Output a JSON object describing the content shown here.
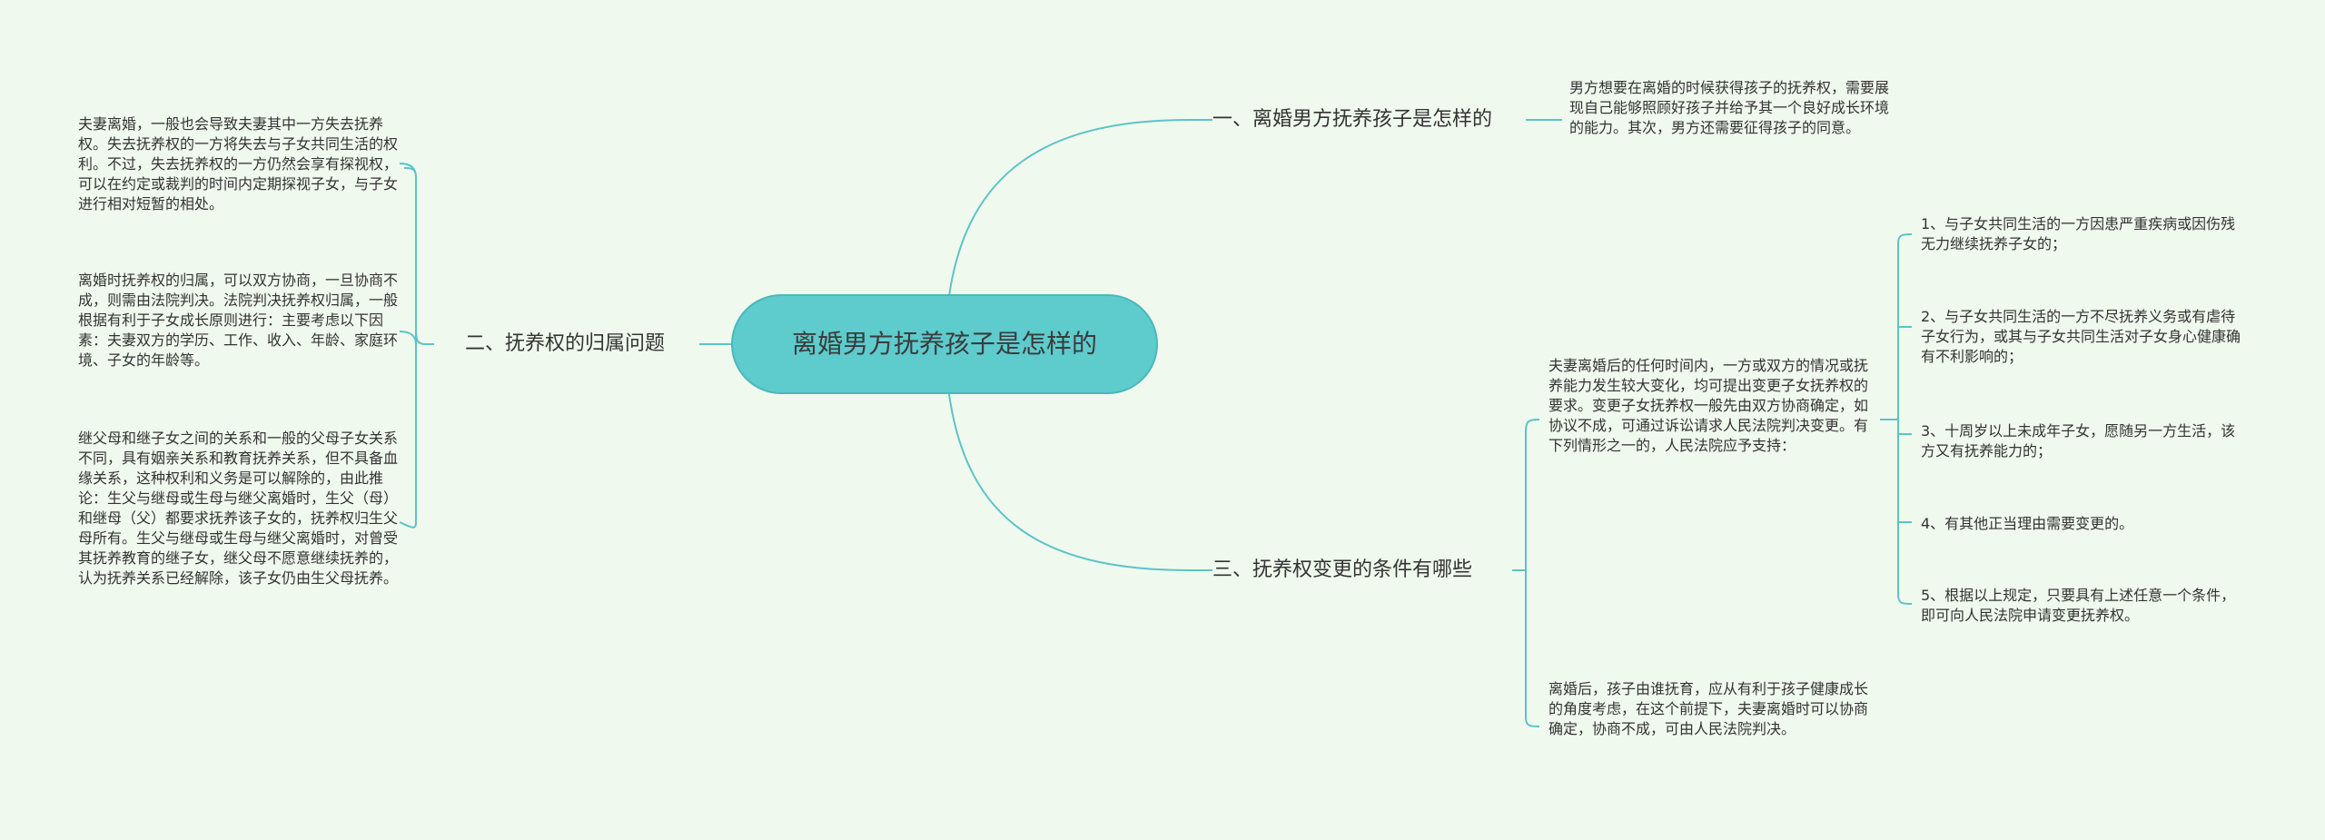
{
  "center": {
    "title": "离婚男方抚养孩子是怎样的"
  },
  "branches": [
    {
      "label": "一、离婚男方抚养孩子是怎样的",
      "notes": [
        "男方想要在离婚的时候获得孩子的抚养权，需要展现自己能够照顾好孩子并给予其一个良好成长环境的能力。其次，男方还需要征得孩子的同意。"
      ]
    },
    {
      "label": "二、抚养权的归属问题",
      "notes": [
        "夫妻离婚，一般也会导致夫妻其中一方失去抚养权。失去抚养权的一方将失去与子女共同生活的权利。不过，失去抚养权的一方仍然会享有探视权，可以在约定或裁判的时间内定期探视子女，与子女进行相对短暂的相处。",
        "离婚时抚养权的归属，可以双方协商，一旦协商不成，则需由法院判决。法院判决抚养权归属，一般根据有利于子女成长原则进行：主要考虑以下因素：夫妻双方的学历、工作、收入、年龄、家庭环境、子女的年龄等。",
        "继父母和继子女之间的关系和一般的父母子女关系不同，具有姻亲关系和教育抚养关系，但不具备血缘关系，这种权利和义务是可以解除的，由此推论：生父与继母或生母与继父离婚时，生父（母）和继母（父）都要求抚养该子女的，抚养权归生父母所有。生父与继母或生母与继父离婚时，对曾受其抚养教育的继子女，继父母不愿意继续抚养的，认为抚养关系已经解除，该子女仍由生父母抚养。"
      ]
    },
    {
      "label": "三、抚养权变更的条件有哪些",
      "notes": [
        "夫妻离婚后的任何时间内，一方或双方的情况或抚养能力发生较大变化，均可提出变更子女抚养权的要求。变更子女抚养权一般先由双方协商确定，如协议不成，可通过诉讼请求人民法院判决变更。有下列情形之一的，人民法院应予支持：",
        "离婚后，孩子由谁抚育，应从有利于孩子健康成长的角度考虑，在这个前提下，夫妻离婚时可以协商确定，协商不成，可由人民法院判决。"
      ],
      "conditions": [
        "1、与子女共同生活的一方因患严重疾病或因伤残无力继续抚养子女的；",
        "2、与子女共同生活的一方不尽抚养义务或有虐待子女行为，或其与子女共同生活对子女身心健康确有不利影响的；",
        "3、十周岁以上未成年子女，愿随另一方生活，该方又有抚养能力的；",
        "4、有其他正当理由需要变更的。",
        "5、根据以上规定，只要具有上述任意一个条件，即可向人民法院申请变更抚养权。"
      ]
    }
  ],
  "colors": {
    "background": "#f0f9ee",
    "center_fill": "#5ecbcd",
    "line": "#5cc3c8"
  }
}
